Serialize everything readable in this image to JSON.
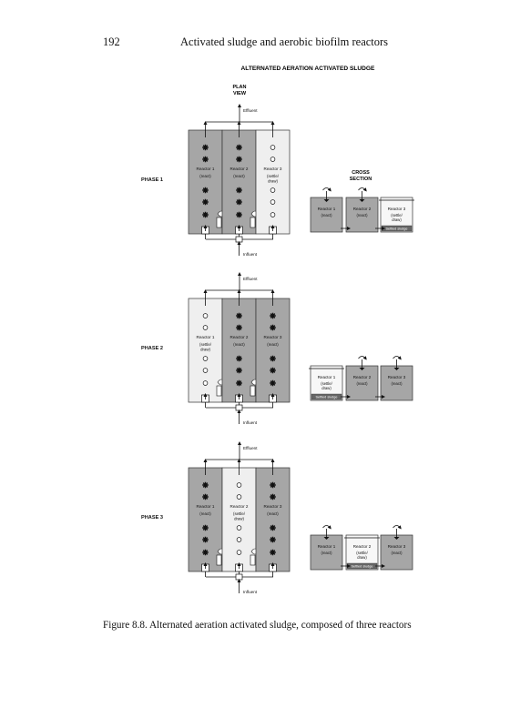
{
  "header": {
    "page_number": "192",
    "running_title": "Activated sludge and aerobic biofilm reactors"
  },
  "figure": {
    "title": "ALTERNATED AERATION ACTIVATED SLUDGE",
    "plan_view_label": [
      "PLAN",
      "VIEW"
    ],
    "cross_section_label": [
      "CROSS",
      "SECTION"
    ],
    "effluent_label": "Effluent",
    "influent_label": "Influent",
    "settled_sludge_label": "Settled sludge",
    "colors": {
      "react_fill": "#a6a6a6",
      "settle_fill": "#efefef",
      "outline": "#333333"
    },
    "phases": [
      {
        "label": "PHASE 1",
        "reactors": [
          {
            "name": "Reactor 1",
            "mode": "react",
            "mode_lines": [
              "(react)"
            ]
          },
          {
            "name": "Reactor 2",
            "mode": "react",
            "mode_lines": [
              "(react)"
            ]
          },
          {
            "name": "Reactor 3",
            "mode": "settle",
            "mode_lines": [
              "(settle/",
              "draw)"
            ]
          }
        ]
      },
      {
        "label": "PHASE 2",
        "reactors": [
          {
            "name": "Reactor 1",
            "mode": "settle",
            "mode_lines": [
              "(settle/",
              "draw)"
            ]
          },
          {
            "name": "Reactor 2",
            "mode": "react",
            "mode_lines": [
              "(react)"
            ]
          },
          {
            "name": "Reactor 3",
            "mode": "react",
            "mode_lines": [
              "(react)"
            ]
          }
        ]
      },
      {
        "label": "PHASE 3",
        "reactors": [
          {
            "name": "Reactor 1",
            "mode": "react",
            "mode_lines": [
              "(react)"
            ]
          },
          {
            "name": "Reactor 2",
            "mode": "settle",
            "mode_lines": [
              "(settle/",
              "draw)"
            ]
          },
          {
            "name": "Reactor 3",
            "mode": "react",
            "mode_lines": [
              "(react)"
            ]
          }
        ]
      }
    ]
  },
  "caption": "Figure 8.8.    Alternated aeration activated sludge, composed of three reactors"
}
